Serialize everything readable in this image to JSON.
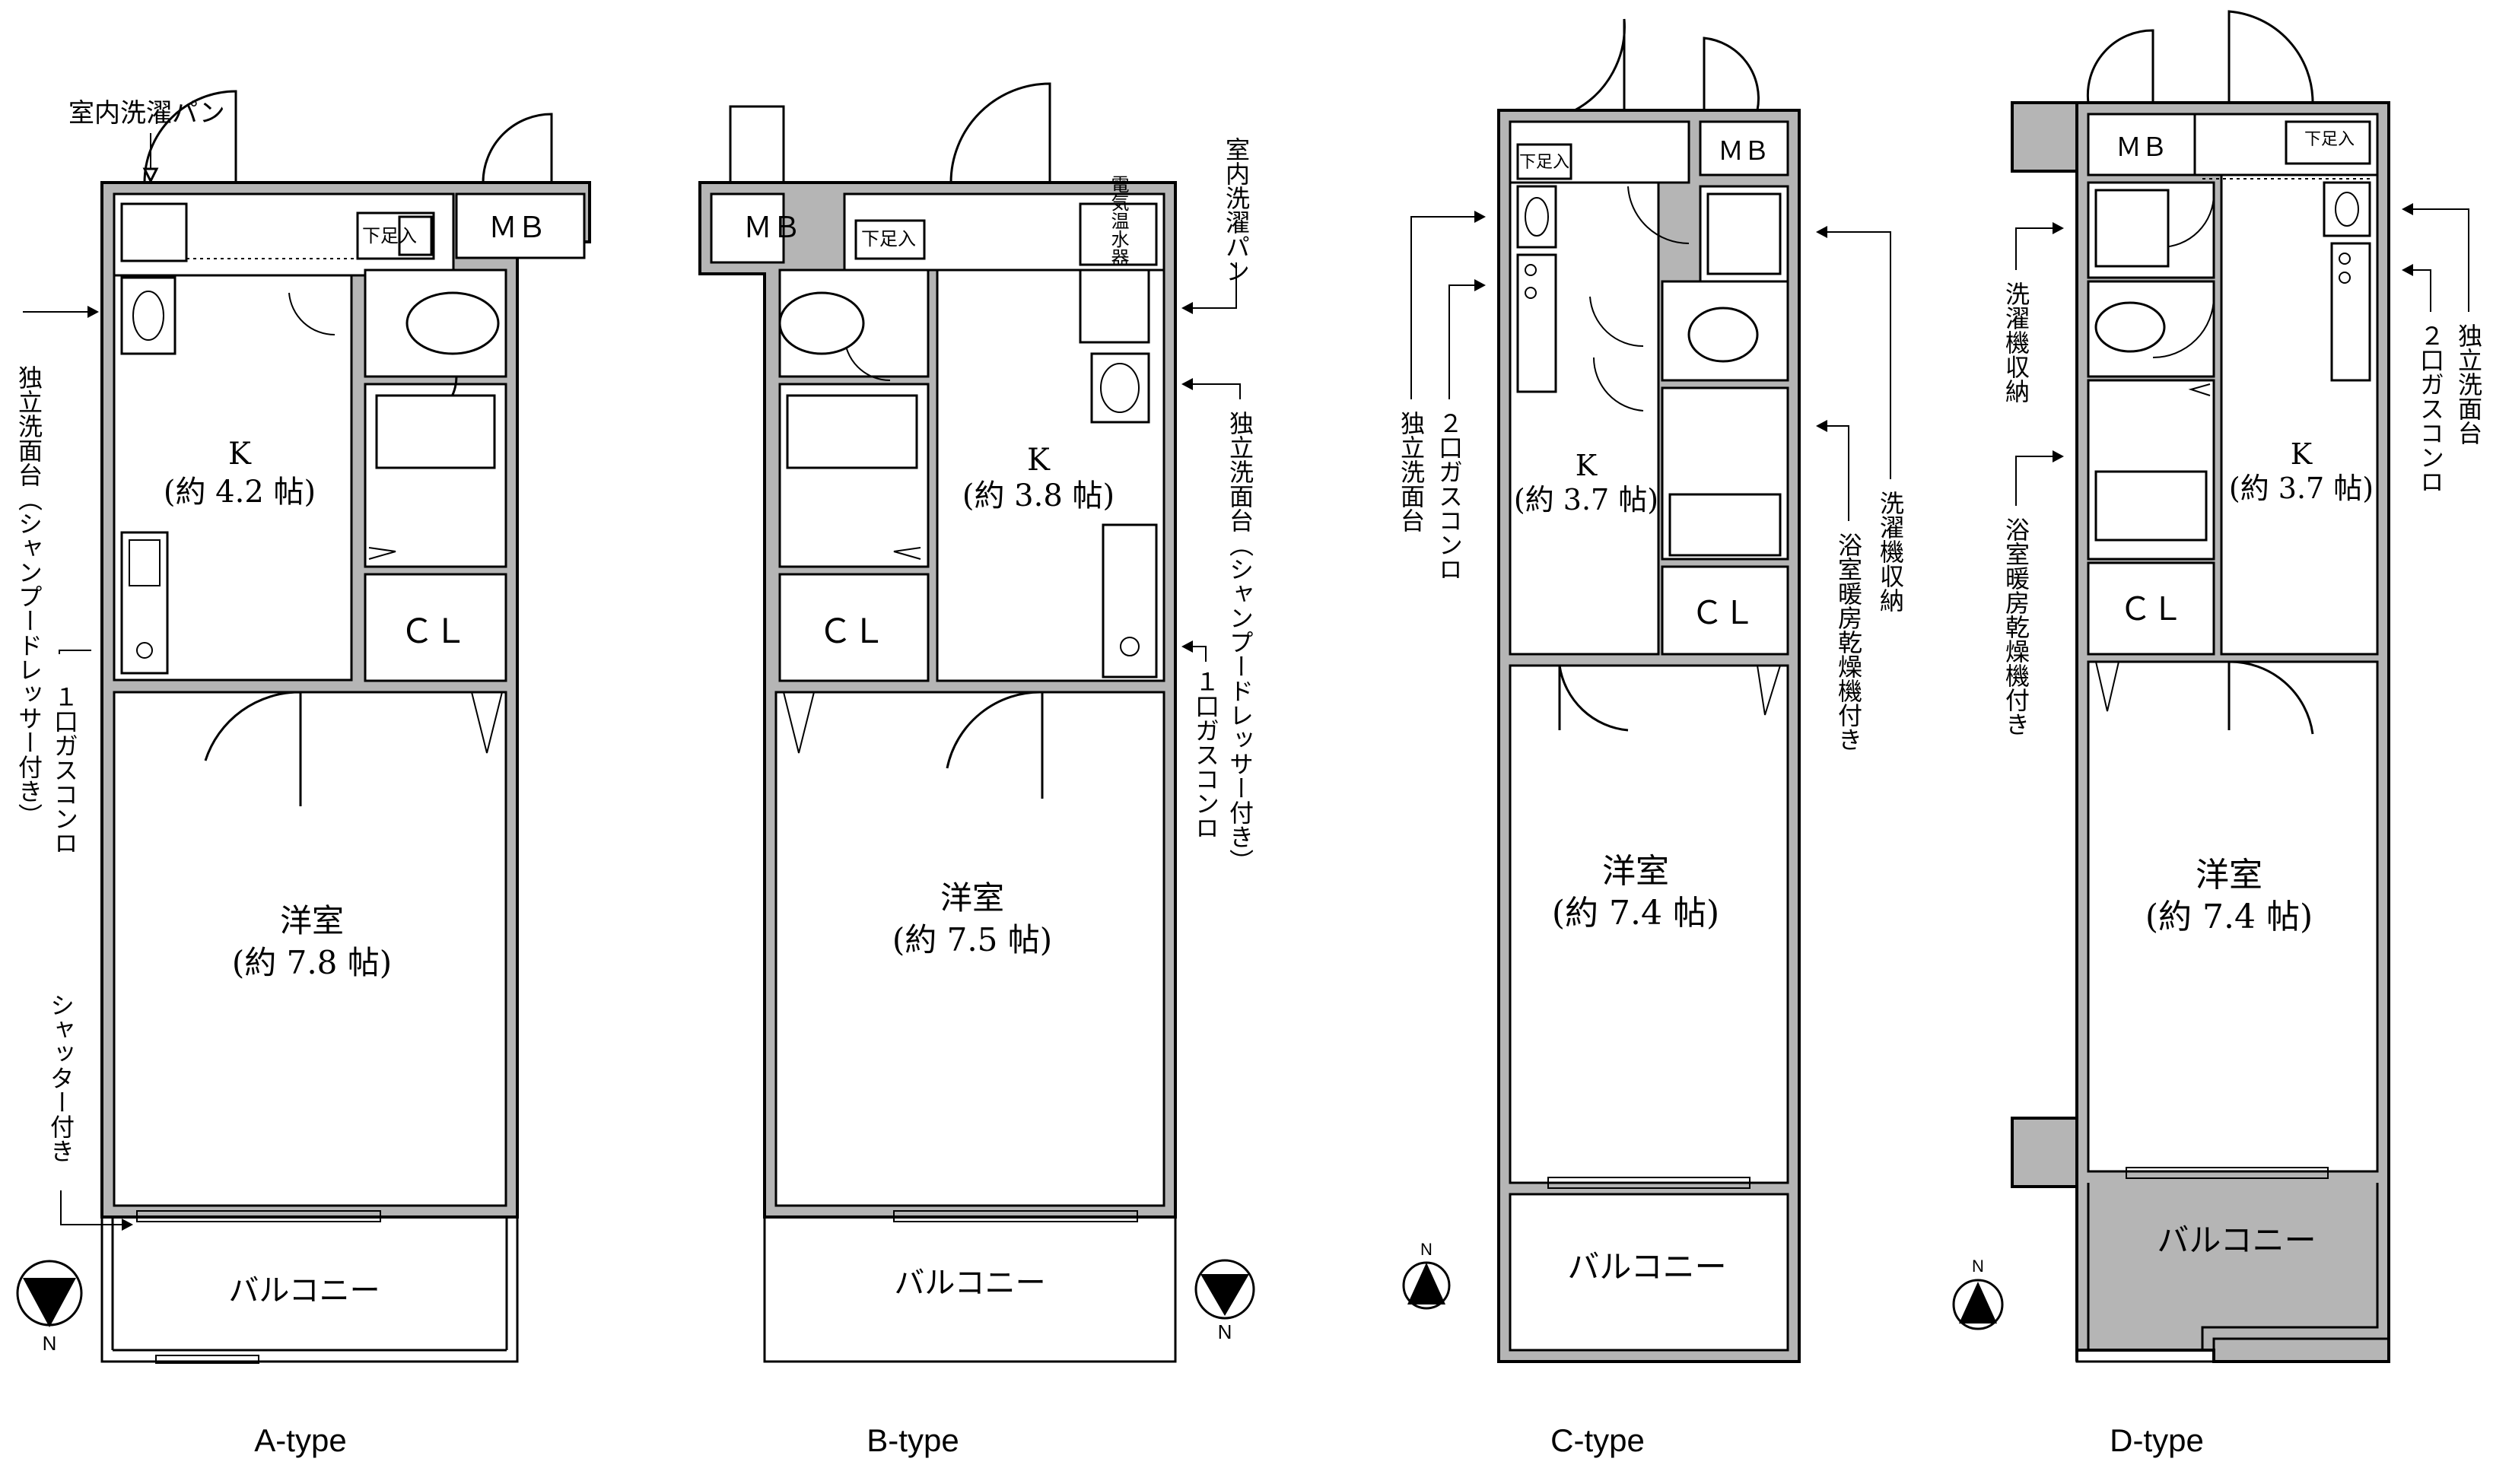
{
  "plans": [
    {
      "type_label": "A-type",
      "kitchen": "K",
      "kitchen_size": "(約 4.2 帖)",
      "room": "洋室",
      "room_size": "(約 7.8 帖)",
      "closet": "ＣＬ",
      "mb": "ＭＢ",
      "foot": "下足入",
      "balcony": "バルコニー",
      "notes": [
        "室内洗濯パン",
        "独立洗面台（シャンプードレッサー付き）",
        "１口ガスコンロ",
        "シャッター付き"
      ],
      "north": "N"
    },
    {
      "type_label": "B-type",
      "kitchen": "K",
      "kitchen_size": "(約 3.8 帖)",
      "room": "洋室",
      "room_size": "(約 7.5 帖)",
      "closet": "ＣＬ",
      "mb": "ＭＢ",
      "foot": "下足入",
      "balcony": "バルコニー",
      "heater": "電気温水器",
      "notes": [
        "室内洗濯パン",
        "独立洗面台（シャンプードレッサー付き）",
        "１口ガスコンロ"
      ],
      "north": "N"
    },
    {
      "type_label": "C-type",
      "kitchen": "K",
      "kitchen_size": "(約 3.7 帖)",
      "room": "洋室",
      "room_size": "(約 7.4 帖)",
      "closet": "ＣＬ",
      "mb": "ＭＢ",
      "foot": "下足入",
      "balcony": "バルコニー",
      "notes": [
        "独立洗面台",
        "２口ガスコンロ",
        "洗濯機収納",
        "浴室暖房乾燥機付き"
      ],
      "north": "N"
    },
    {
      "type_label": "D-type",
      "kitchen": "K",
      "kitchen_size": "(約 3.7 帖)",
      "room": "洋室",
      "room_size": "(約 7.4 帖)",
      "closet": "ＣＬ",
      "mb": "ＭＢ",
      "foot": "下足入",
      "balcony": "バルコニー",
      "notes": [
        "洗濯機収納",
        "浴室暖房乾燥機付き",
        "独立洗面台",
        "２口ガスコンロ"
      ],
      "north": "N"
    }
  ]
}
